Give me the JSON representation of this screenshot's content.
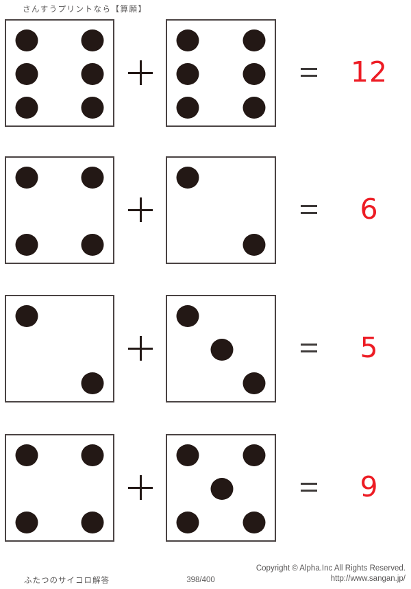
{
  "theme": {
    "answer_red": "#ed1c24",
    "pip_ink": "#231815",
    "text_gray": "#595757",
    "die_border": "#4a4343"
  },
  "header": {
    "site_note": "さんすうプリントなら【算願】"
  },
  "problems": [
    {
      "left_die": 6,
      "right_die": 6,
      "operator": "+",
      "equals_sign": "=",
      "answer": "12"
    },
    {
      "left_die": 4,
      "right_die": 2,
      "operator": "+",
      "equals_sign": "=",
      "answer": "6"
    },
    {
      "left_die": 2,
      "right_die": 3,
      "operator": "+",
      "equals_sign": "=",
      "answer": "5"
    },
    {
      "left_die": 4,
      "right_die": 5,
      "operator": "+",
      "equals_sign": "=",
      "answer": "9"
    }
  ],
  "footer": {
    "worksheet_title": "ふたつのサイコロ解答",
    "page_number": "398/400",
    "copyright": "Copyright ©  Alpha.Inc All Rights Reserved.",
    "url": "http://www.sangan.jp/"
  }
}
